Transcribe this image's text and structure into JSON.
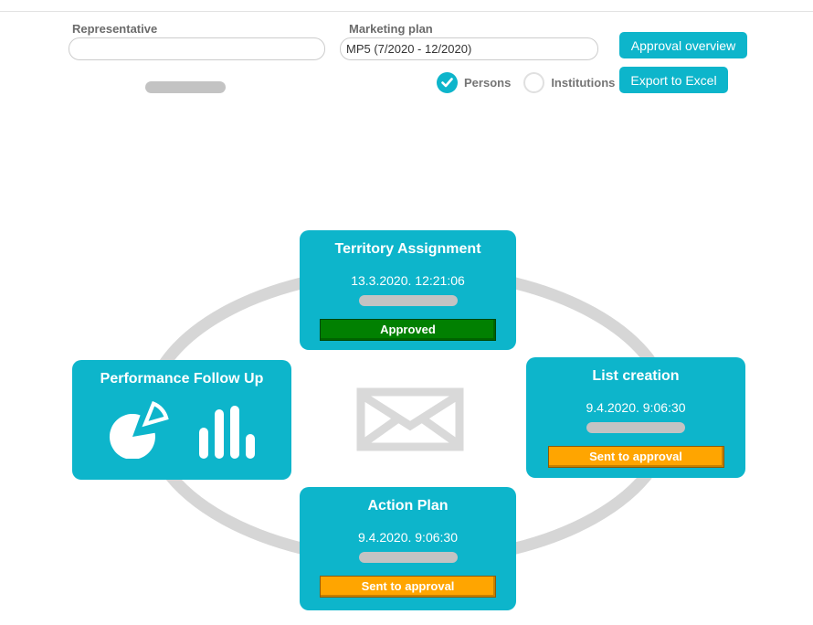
{
  "header": {
    "representative": {
      "label": "Representative",
      "value_redacted": true
    },
    "marketing_plan": {
      "label": "Marketing plan",
      "value": "MP5 (7/2020 - 12/2020)"
    },
    "entity_toggle": {
      "persons": {
        "label": "Persons",
        "selected": true
      },
      "institutions": {
        "label": "Institutions",
        "selected": false
      }
    },
    "actions": {
      "approval_overview": "Approval overview",
      "export_excel": "Export to Excel"
    }
  },
  "workflow": {
    "center_icon": "envelope-icon",
    "stages": [
      {
        "position": "top",
        "name": "Territory Assignment",
        "timestamp": "13.3.2020. 12:21:06",
        "owner_redacted": true,
        "status": "Approved",
        "status_color": "#018001"
      },
      {
        "position": "right",
        "name": "List creation",
        "timestamp": "9.4.2020. 9:06:30",
        "owner_redacted": true,
        "status": "Sent to approval",
        "status_color": "#ffa500"
      },
      {
        "position": "bottom",
        "name": "Action Plan",
        "timestamp": "9.4.2020. 9:06:30",
        "owner_redacted": true,
        "status": "Sent to approval",
        "status_color": "#ffa500"
      },
      {
        "position": "left",
        "name": "Performance Follow Up",
        "icons": [
          "pie-chart-icon",
          "bar-chart-icon"
        ]
      }
    ]
  },
  "colors": {
    "accent_cyan": "#0db5cb",
    "approved_green": "#018001",
    "pending_orange": "#ffa500",
    "diagram_gray": "#d6d6d6",
    "redacted_gray": "#c3c3c3"
  }
}
